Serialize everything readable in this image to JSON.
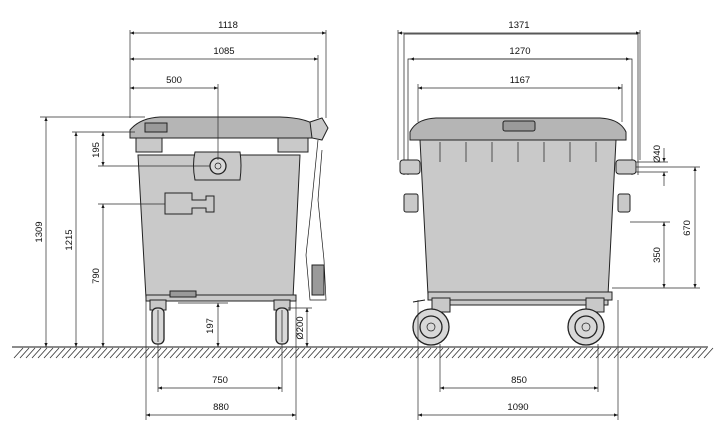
{
  "side_view": {
    "dimensions": {
      "overall_width": "1118",
      "body_width": "1085",
      "pivot_offset": "500",
      "lid_height": "195",
      "total_height": "1309",
      "rim_height": "1215",
      "pin_height": "790",
      "ground_clearance": "197",
      "wheel_diameter": "Ø200",
      "wheel_base": "750",
      "base_width": "880"
    }
  },
  "front_view": {
    "dimensions": {
      "overall_width": "1371",
      "lid_width": "1270",
      "body_width": "1167",
      "trunnion_diameter": "Ø40",
      "trunnion_height": "670",
      "pin_height": "350",
      "wheel_track": "850",
      "base_width": "1090"
    }
  },
  "colors": {
    "body": "#c9c9c9",
    "lid": "#b5b5b5",
    "wheel": "#d8d8d8",
    "line": "#1a1a1a"
  }
}
